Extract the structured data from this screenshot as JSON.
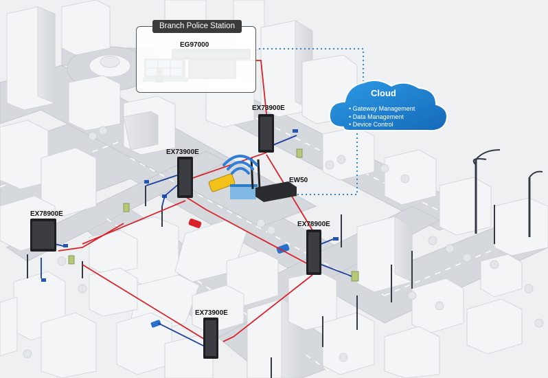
{
  "station": {
    "title": "Branch Police Station"
  },
  "devices": {
    "eg97000": "EG97000",
    "ex73900e_top": "EX73900E",
    "ex73900e_mid": "EX73900E",
    "ex73900e_bottom": "EX73900E",
    "ex78900e_left": "EX78900E",
    "ex78900e_right": "EX78900E",
    "ew50": "EW50"
  },
  "cloud": {
    "title": "Cloud",
    "items": [
      "Gateway Management",
      "Data Management",
      "Device Control"
    ]
  },
  "colors": {
    "fiber_link": "#d8232a",
    "access_link": "#1a3f9c",
    "cloud_link": "#2f7fd6",
    "cloud_fill": "#1f8ad8",
    "road": "#d5d9de",
    "building": "#f4f5f7"
  }
}
